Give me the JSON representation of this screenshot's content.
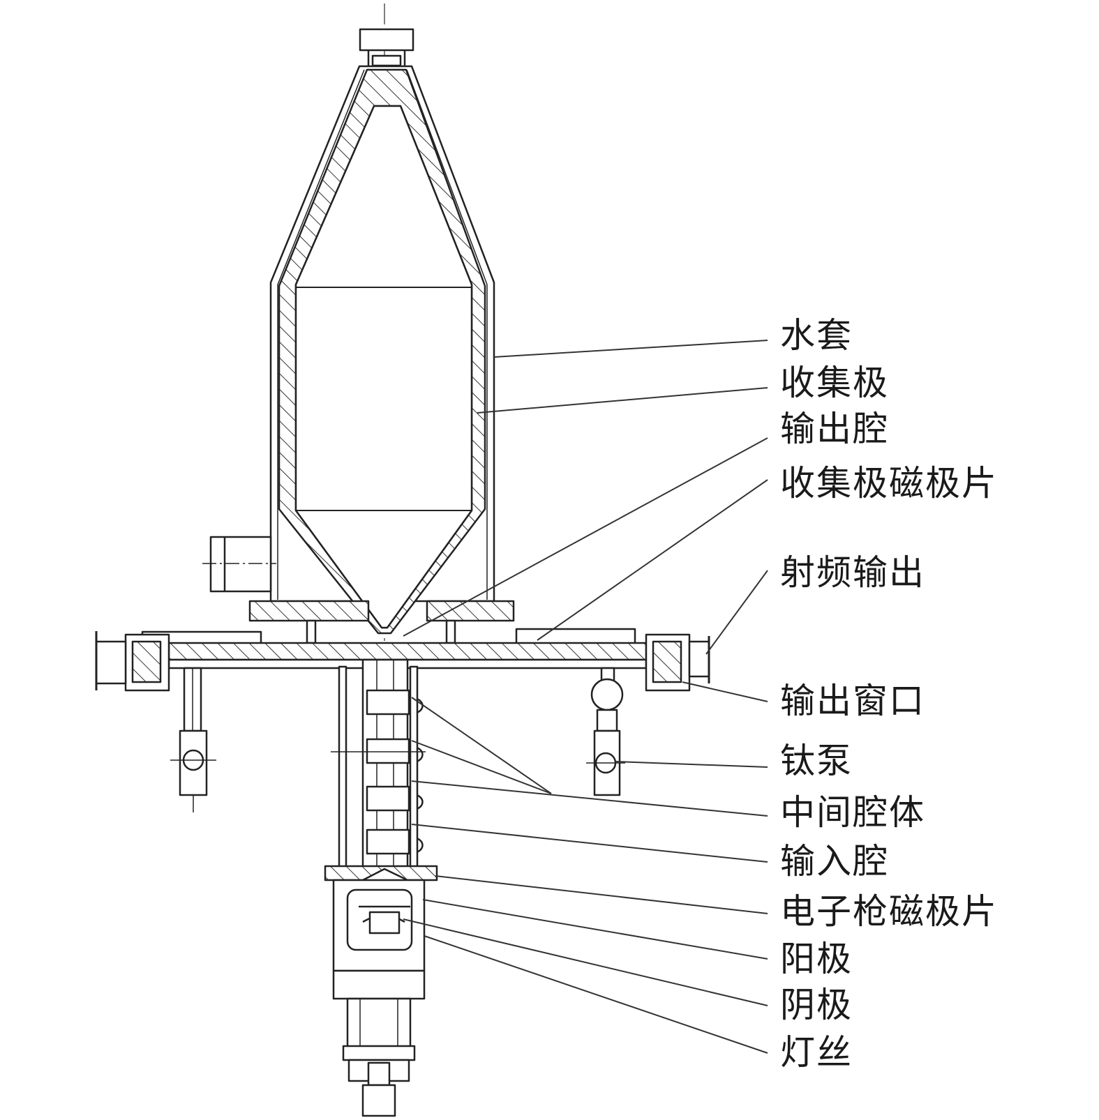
{
  "labels": [
    {
      "id": "water-jacket",
      "text": "水套"
    },
    {
      "id": "collector",
      "text": "收集极"
    },
    {
      "id": "output-cavity",
      "text": "输出腔"
    },
    {
      "id": "collector-pole-piece",
      "text": "收集极磁极片"
    },
    {
      "id": "rf-output",
      "text": "射频输出"
    },
    {
      "id": "output-window",
      "text": "输出窗口"
    },
    {
      "id": "titanium-pump",
      "text": "钛泵"
    },
    {
      "id": "intermediate-cavity",
      "text": "中间腔体"
    },
    {
      "id": "input-cavity",
      "text": "输入腔"
    },
    {
      "id": "gun-pole-piece",
      "text": "电子枪磁极片"
    },
    {
      "id": "anode",
      "text": "阳极"
    },
    {
      "id": "cathode",
      "text": "阴极"
    },
    {
      "id": "filament",
      "text": "灯丝"
    }
  ]
}
